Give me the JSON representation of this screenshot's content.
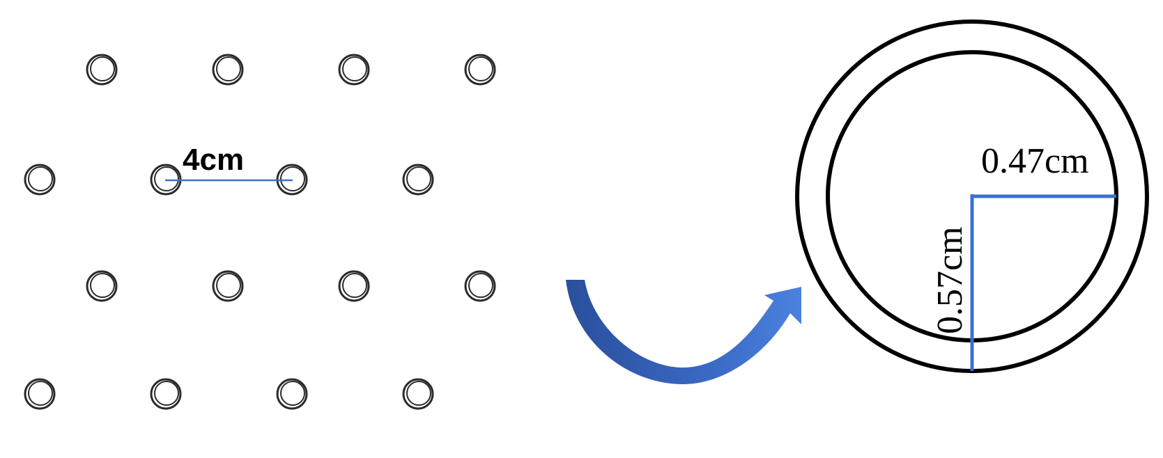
{
  "holes": {
    "spacing_label": "4cm",
    "rows": [
      {
        "count": 4
      },
      {
        "count": 4
      },
      {
        "count": 4
      },
      {
        "count": 4
      }
    ]
  },
  "detail": {
    "inner_radius_label": "0.47cm",
    "outer_radius_label": "0.57cm"
  },
  "colors": {
    "dimension_line": "#3a6fd0",
    "arrow_dark": "#2a56a8",
    "arrow_light": "#4a7fdc",
    "hole_stroke": "#2b2b2b",
    "ring_stroke": "#000000"
  }
}
